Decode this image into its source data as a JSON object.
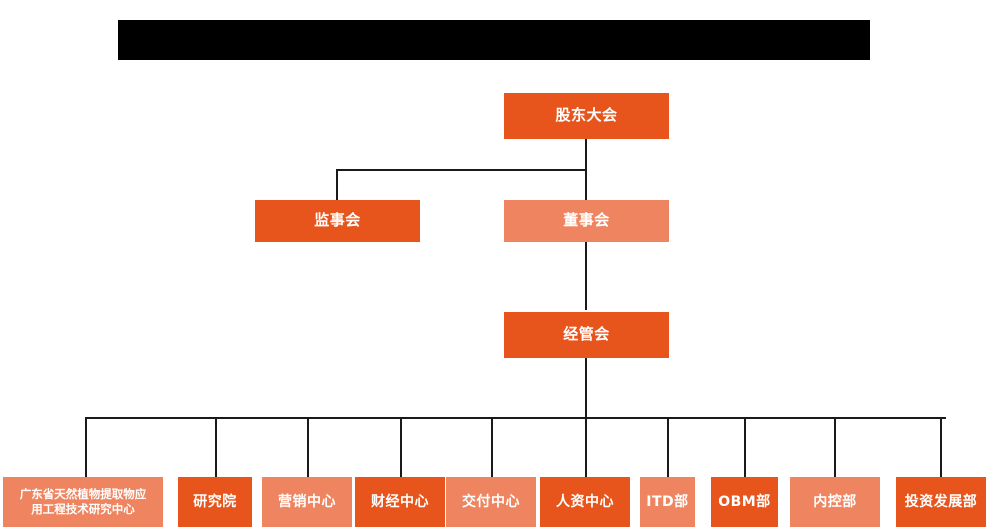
{
  "document": {
    "kind": "organization-chart",
    "title_bar": {
      "redacted": true,
      "text": ""
    }
  },
  "palette": {
    "dark_orange": "#E8551C",
    "light_orange": "#EE8560",
    "line": "#1a1a1a",
    "background": "#ffffff",
    "text": "#ffffff",
    "redaction": "#000000"
  },
  "levels": {
    "level1": [
      {
        "label": "股东大会",
        "tone": "dark"
      }
    ],
    "level2": [
      {
        "label": "监事会",
        "tone": "dark"
      },
      {
        "label": "董事会",
        "tone": "light"
      }
    ],
    "level3": [
      {
        "label": "经管会",
        "tone": "dark"
      }
    ],
    "level4": [
      {
        "label": "广东省天然植物提取物应用工程技术研究中心",
        "line1": "广东省天然植物提取物应",
        "line2": "用工程技术研究中心",
        "tone": "light"
      },
      {
        "label": "研究院",
        "tone": "dark"
      },
      {
        "label": "营销中心",
        "tone": "light"
      },
      {
        "label": "财经中心",
        "tone": "dark"
      },
      {
        "label": "交付中心",
        "tone": "light"
      },
      {
        "label": "人资中心",
        "tone": "dark"
      },
      {
        "label": "ITD部",
        "tone": "light"
      },
      {
        "label": "OBM部",
        "tone": "dark"
      },
      {
        "label": "内控部",
        "tone": "light"
      },
      {
        "label": "投资发展部",
        "tone": "dark"
      }
    ]
  }
}
